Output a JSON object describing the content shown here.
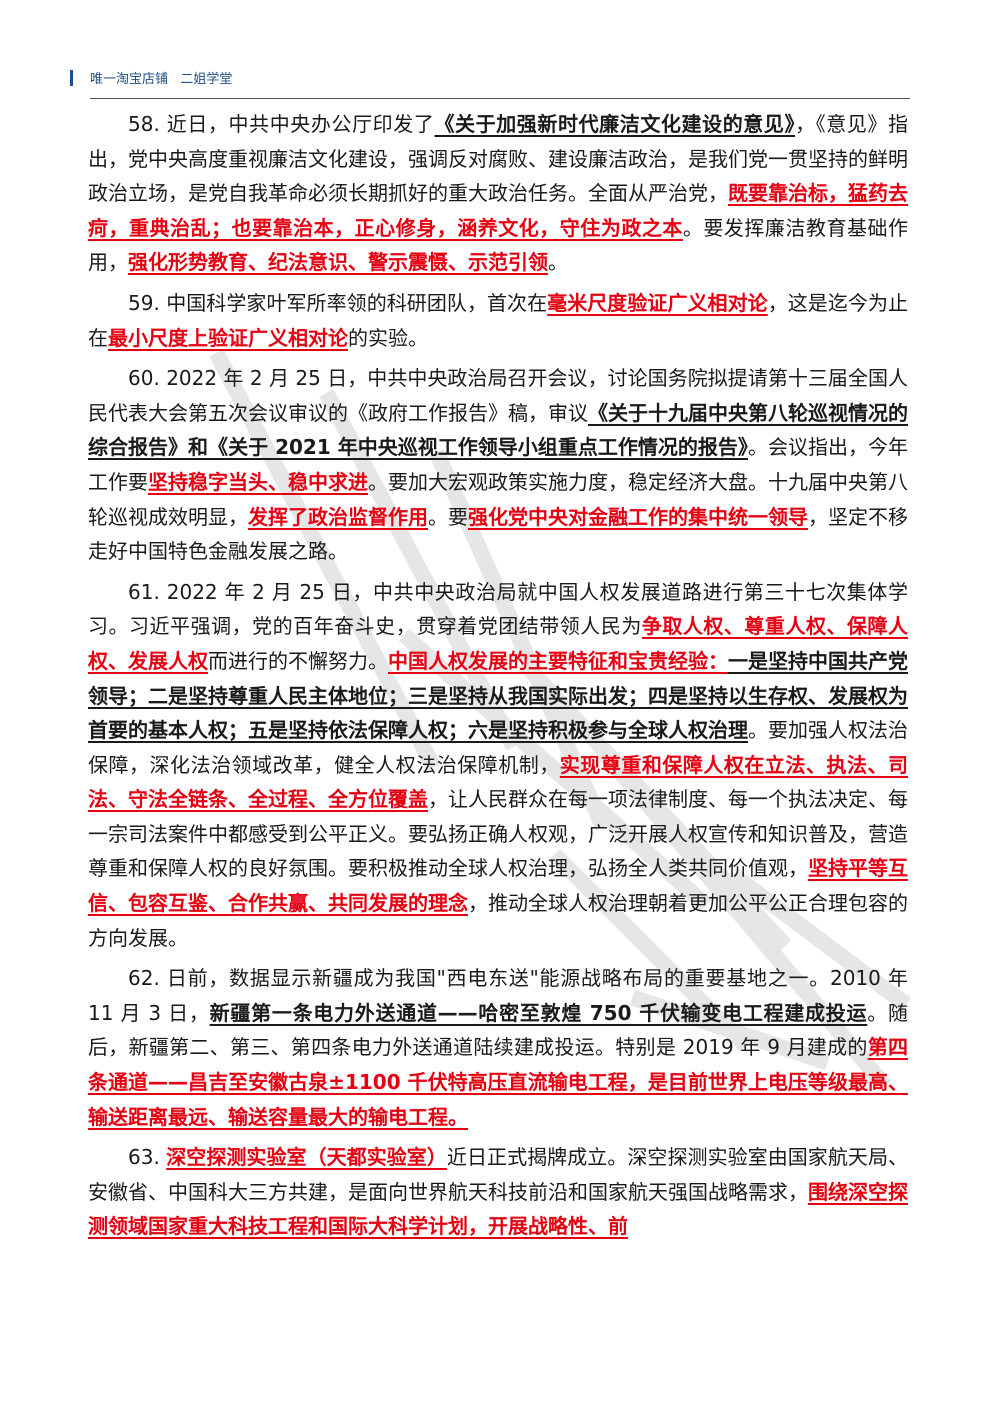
{
  "header": {
    "text": "唯一淘宝店铺   二姐学堂"
  },
  "paragraphs": [
    {
      "segments": [
        {
          "t": "58. 近日，中共中央办公厅印发了",
          "s": "n"
        },
        {
          "t": "《关于加强新时代廉洁文化建设的意见》",
          "s": "b"
        },
        {
          "t": "，《意见》指出，党中央高度重视廉洁文化建设，强调反对腐败、建设廉洁政治，是我们党一贯坚持的鲜明政治立场，是党自我革命必须长期抓好的重大政治任务。全面从严治党，",
          "s": "n"
        },
        {
          "t": "既要靠治标，猛药去疴，重典治乱；也要靠治本，正心修身，涵养文化，守住为政之本",
          "s": "r"
        },
        {
          "t": "。要发挥廉洁教育基础作用，",
          "s": "n"
        },
        {
          "t": "强化形势教育、纪法意识、警示震慑、示范引领",
          "s": "r"
        },
        {
          "t": "。",
          "s": "n"
        }
      ]
    },
    {
      "segments": [
        {
          "t": "59. 中国科学家叶军所率领的科研团队，首次在",
          "s": "n"
        },
        {
          "t": "毫米尺度验证广义相对论",
          "s": "r"
        },
        {
          "t": "，这是迄今为止在",
          "s": "n"
        },
        {
          "t": "最小尺度上验证广义相对论",
          "s": "r"
        },
        {
          "t": "的实验。",
          "s": "n"
        }
      ]
    },
    {
      "segments": [
        {
          "t": "60. 2022 年 2 月 25 日，中共中央政治局召开会议，讨论国务院拟提请第十三届全国人民代表大会第五次会议审议的《政府工作报告》稿，审议",
          "s": "n"
        },
        {
          "t": "《关于十九届中央第八轮巡视情况的综合报告》和《关于 2021 年中央巡视工作领导小组重点工作情况的报告》",
          "s": "b"
        },
        {
          "t": "。会议指出，今年工作要",
          "s": "n"
        },
        {
          "t": "坚持稳字当头、稳中求进",
          "s": "r"
        },
        {
          "t": "。要加大宏观政策实施力度，稳定经济大盘。十九届中央第八轮巡视成效明显，",
          "s": "n"
        },
        {
          "t": "发挥了政治监督作用",
          "s": "r"
        },
        {
          "t": "。要",
          "s": "n"
        },
        {
          "t": "强化党中央对金融工作的集中统一领导",
          "s": "r"
        },
        {
          "t": "，坚定不移走好中国特色金融发展之路。",
          "s": "n"
        }
      ]
    },
    {
      "segments": [
        {
          "t": "61. 2022 年 2 月 25 日，中共中央政治局就中国人权发展道路进行第三十七次集体学习。习近平强调，党的百年奋斗史，贯穿着党团结带领人民为",
          "s": "n"
        },
        {
          "t": "争取人权、尊重人权、保障人权、发展人权",
          "s": "r"
        },
        {
          "t": "而进行的不懈努力。",
          "s": "n"
        },
        {
          "t": "中国人权发展的主要特征和宝贵经验：",
          "s": "r"
        },
        {
          "t": "一是坚持中国共产党领导；二是坚持尊重人民主体地位；三是坚持从我国实际出发；四是坚持以生存权、发展权为首要的基本人权；五是坚持依法保障人权；六是坚持积极参与全球人权治理",
          "s": "b"
        },
        {
          "t": "。要加强人权法治保障，深化法治领域改革，健全人权法治保障机制，",
          "s": "n"
        },
        {
          "t": "实现尊重和保障人权在立法、执法、司法、守法全链条、全过程、全方位覆盖",
          "s": "r"
        },
        {
          "t": "，让人民群众在每一项法律制度、每一个执法决定、每一宗司法案件中都感受到公平正义。要弘扬正确人权观，广泛开展人权宣传和知识普及，营造尊重和保障人权的良好氛围。要积极推动全球人权治理，弘扬全人类共同价值观，",
          "s": "n"
        },
        {
          "t": "坚持平等互信、包容互鉴、合作共赢、共同发展的理念",
          "s": "r"
        },
        {
          "t": "，推动全球人权治理朝着更加公平公正合理包容的方向发展。",
          "s": "n"
        }
      ]
    },
    {
      "segments": [
        {
          "t": "62. 日前，数据显示新疆成为我国\"西电东送\"能源战略布局的重要基地之一。2010 年 11 月 3 日，",
          "s": "n"
        },
        {
          "t": "新疆第一条电力外送通道——哈密至敦煌 750 千伏输变电工程建成投运",
          "s": "b"
        },
        {
          "t": "。随后，新疆第二、第三、第四条电力外送通道陆续建成投运。特别是 2019 年 9 月建成的",
          "s": "n"
        },
        {
          "t": "第四条通道——昌吉至安徽古泉±1100 千伏特高压直流输电工程，是目前世界上电压等级最高、输送距离最远、输送容量最大的输电工程。",
          "s": "r"
        }
      ]
    },
    {
      "segments": [
        {
          "t": "63. ",
          "s": "n"
        },
        {
          "t": "深空探测实验室（天都实验室）",
          "s": "r"
        },
        {
          "t": "近日正式揭牌成立。深空探测实验室由国家航天局、安徽省、中国科大三方共建，是面向世界航天科技前沿和国家航天强国战略需求，",
          "s": "n"
        },
        {
          "t": "围绕深空探测领域国家重大科技工程和国际大科学计划，开展战略性、前",
          "s": "r"
        }
      ]
    }
  ],
  "colors": {
    "highlight_red": "#e60012",
    "header_blue": "#1f4e8c",
    "text": "#1a1a1a"
  }
}
